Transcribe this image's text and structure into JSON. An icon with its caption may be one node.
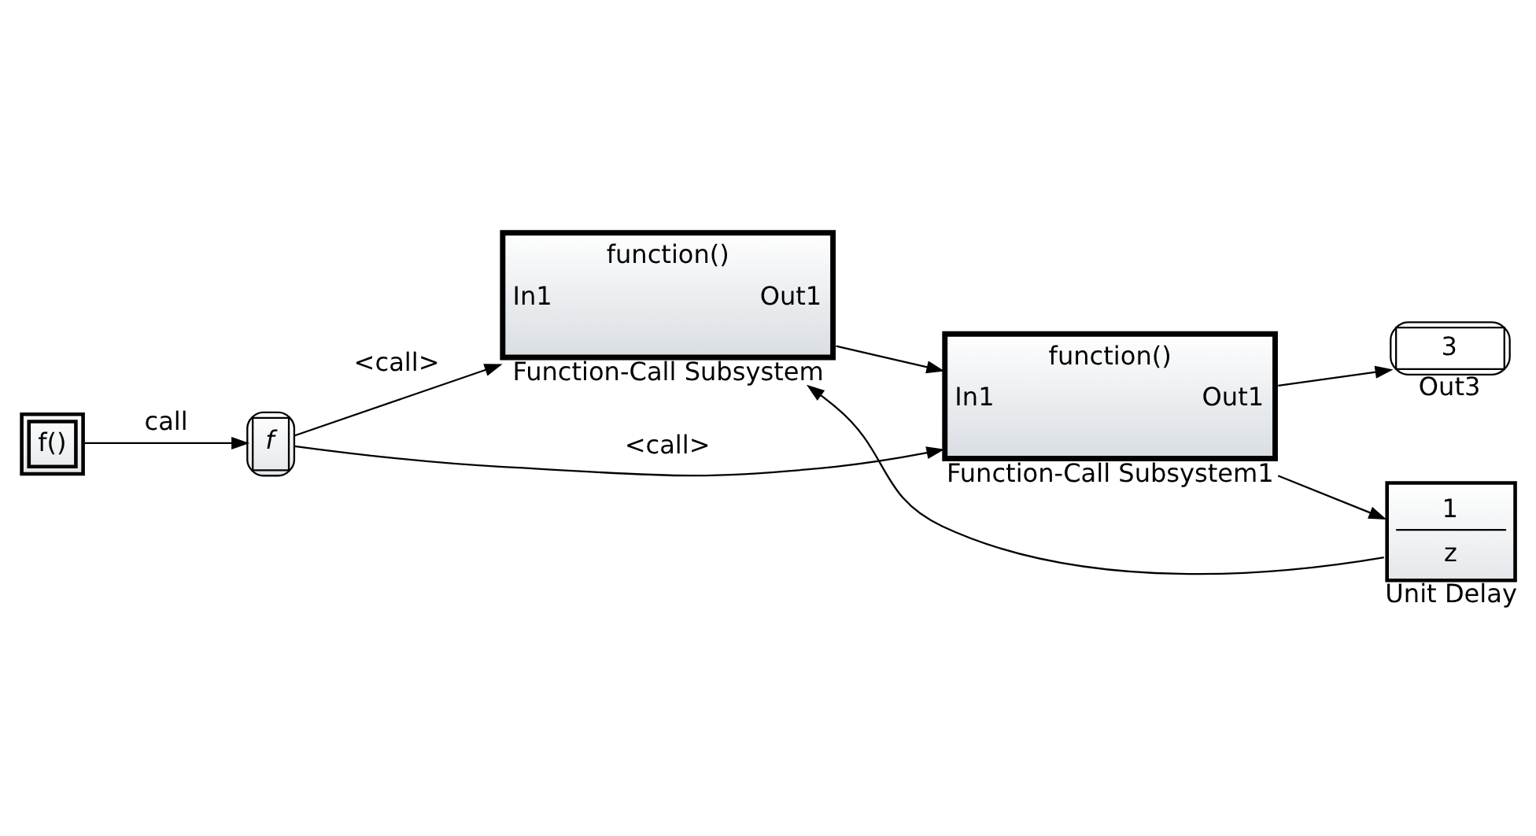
{
  "diagram": {
    "nodes": [
      {
        "text": [
          "f()"
        ]
      },
      {
        "text": [
          "f"
        ]
      },
      {
        "text": [
          "function()",
          "In1",
          "Out1"
        ],
        "beside": [
          "Function-Call Subsystem"
        ]
      },
      {
        "text": [
          "function()",
          "In1",
          "Out1"
        ],
        "beside": [
          "Function-Call Subsystem1"
        ]
      },
      {
        "text": [
          "3"
        ],
        "beside": [
          "Out3"
        ]
      },
      {
        "text": [
          "1",
          "z"
        ],
        "beside": [
          "Unit Delay"
        ]
      }
    ],
    "edges": [
      {
        "from": 0,
        "to": 1,
        "arrow": "to",
        "label": "call"
      },
      {
        "from": 1,
        "to": 2,
        "arrow": "to",
        "label": "<call>"
      },
      {
        "from": 1,
        "to": 3,
        "arrow": "to",
        "label": "<call>"
      },
      {
        "from": 2,
        "to": 3,
        "arrow": "to"
      },
      {
        "from": 3,
        "to": 4,
        "arrow": "to"
      },
      {
        "from": 3,
        "to": 5,
        "arrow": "to"
      },
      {
        "from": 5,
        "to": 2,
        "arrow": "to"
      }
    ]
  }
}
